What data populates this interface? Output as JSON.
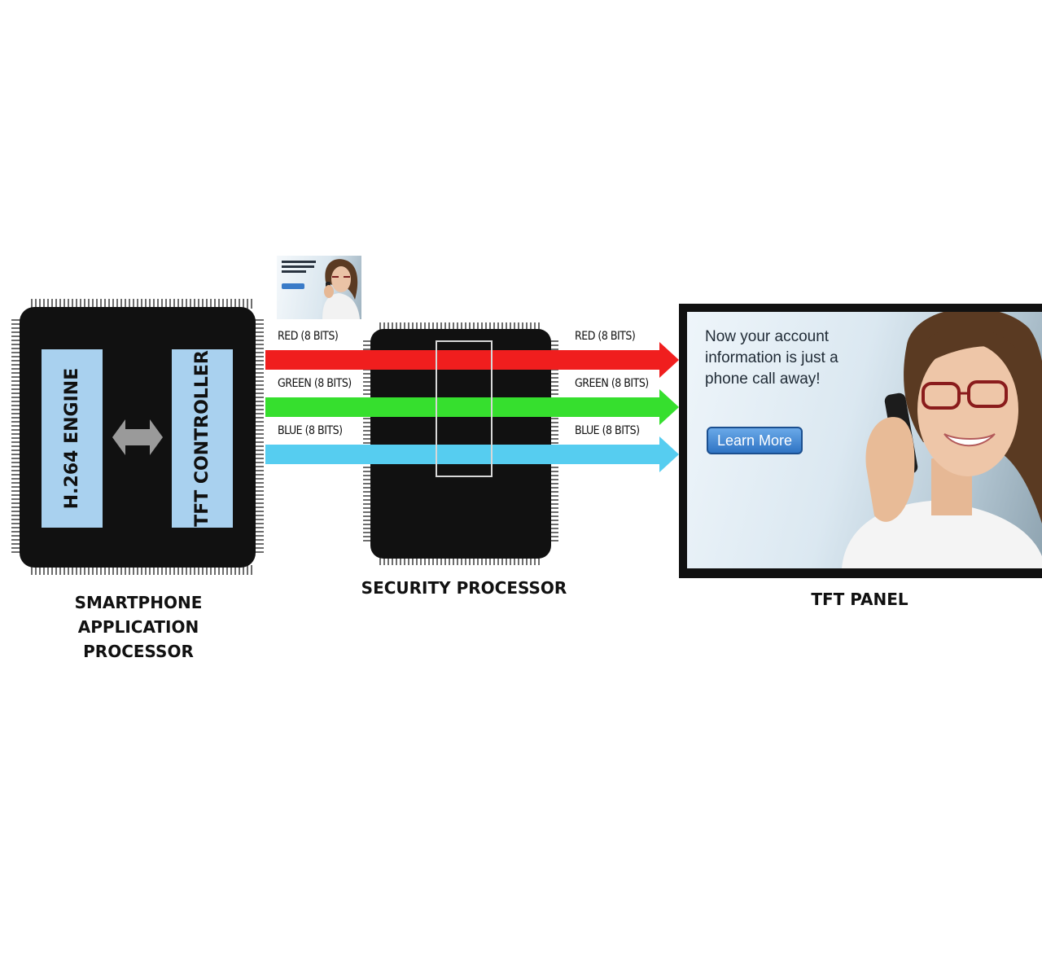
{
  "app_processor": {
    "block_left": "H.264 ENGINE",
    "block_right": "TFT CONTROLLER",
    "caption": "SMARTPHONE\nAPPLICATION\nPROCESSOR"
  },
  "security_processor": {
    "caption": "SECURITY PROCESSOR"
  },
  "signals_in": {
    "red": "RED (8 BITS)",
    "green": "GREEN (8 BITS)",
    "blue": "BLUE (8 BITS)"
  },
  "signals_out": {
    "red": "RED (8 BITS)",
    "green": "GREEN (8 BITS)",
    "blue": "BLUE (8 BITS)"
  },
  "tft_panel": {
    "caption": "TFT PANEL",
    "promo_text": "Now your account\ninformation is just a\nphone call away!",
    "button_label": "Learn More"
  },
  "colors": {
    "red": "#f01e1e",
    "green": "#36df2e",
    "blue": "#56cdf0",
    "chip": "#111111",
    "block": "#a9d1ef"
  },
  "icons": {
    "bidirectional": "double-arrow-icon",
    "thumbnail": "image-thumbnail-icon",
    "woman_photo": "woman-on-phone-icon"
  }
}
